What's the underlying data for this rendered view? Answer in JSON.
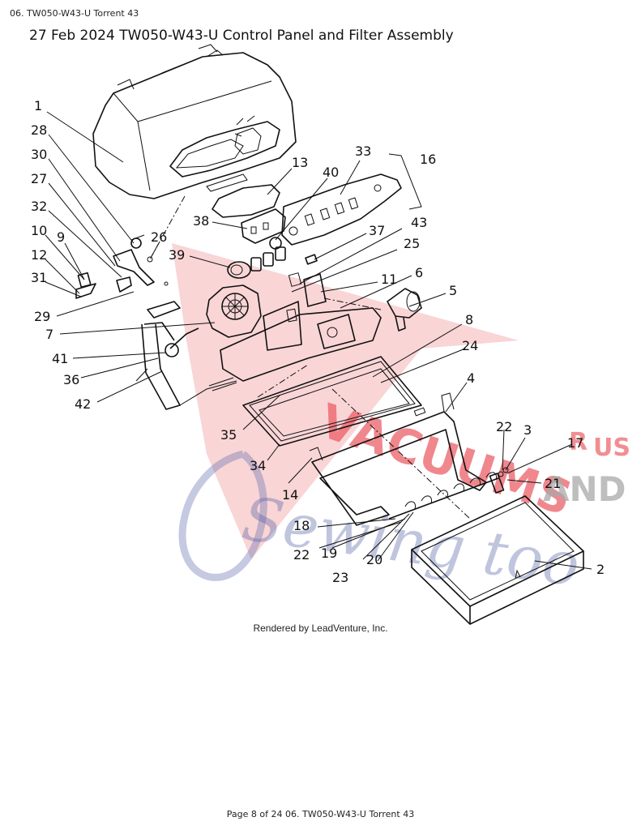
{
  "header": {
    "breadcrumb": "06. TW050-W43-U Torrent 43",
    "title": "27 Feb 2024 TW050-W43-U Control Panel and Filter Assembly"
  },
  "diagram": {
    "callouts": [
      {
        "id": "c1",
        "label": "1"
      },
      {
        "id": "c28",
        "label": "28"
      },
      {
        "id": "c30",
        "label": "30"
      },
      {
        "id": "c27",
        "label": "27"
      },
      {
        "id": "c32",
        "label": "32"
      },
      {
        "id": "c10",
        "label": "10"
      },
      {
        "id": "c9",
        "label": "9"
      },
      {
        "id": "c12",
        "label": "12"
      },
      {
        "id": "c31",
        "label": "31"
      },
      {
        "id": "c29",
        "label": "29"
      },
      {
        "id": "c7",
        "label": "7"
      },
      {
        "id": "c41",
        "label": "41"
      },
      {
        "id": "c36",
        "label": "36"
      },
      {
        "id": "c42",
        "label": "42"
      },
      {
        "id": "c26",
        "label": "26"
      },
      {
        "id": "c13",
        "label": "13"
      },
      {
        "id": "c40",
        "label": "40"
      },
      {
        "id": "c33",
        "label": "33"
      },
      {
        "id": "c16",
        "label": "16"
      },
      {
        "id": "c38",
        "label": "38"
      },
      {
        "id": "c39",
        "label": "39"
      },
      {
        "id": "c37",
        "label": "37"
      },
      {
        "id": "c43",
        "label": "43"
      },
      {
        "id": "c25",
        "label": "25"
      },
      {
        "id": "c11",
        "label": "11"
      },
      {
        "id": "c6",
        "label": "6"
      },
      {
        "id": "c5",
        "label": "5"
      },
      {
        "id": "c8",
        "label": "8"
      },
      {
        "id": "c24",
        "label": "24"
      },
      {
        "id": "c4",
        "label": "4"
      },
      {
        "id": "c35",
        "label": "35"
      },
      {
        "id": "c34",
        "label": "34"
      },
      {
        "id": "c14",
        "label": "14"
      },
      {
        "id": "c22a",
        "label": "22"
      },
      {
        "id": "c3",
        "label": "3"
      },
      {
        "id": "c17",
        "label": "17"
      },
      {
        "id": "c21",
        "label": "21"
      },
      {
        "id": "c18",
        "label": "18"
      },
      {
        "id": "c22b",
        "label": "22"
      },
      {
        "id": "c19",
        "label": "19"
      },
      {
        "id": "c20",
        "label": "20"
      },
      {
        "id": "c23",
        "label": "23"
      },
      {
        "id": "c2",
        "label": "2"
      }
    ],
    "watermark": {
      "word1": "VACUUMS",
      "r": "R",
      "us": "US",
      "and": "AND",
      "word2": "Sewing too",
      "red": "#e8434d",
      "blue": "#3d4a9a",
      "gray": "#9a9a9a"
    }
  },
  "rendered_by": "Rendered by LeadVenture, Inc.",
  "footer": "Page 8 of 24 06. TW050-W43-U Torrent 43"
}
